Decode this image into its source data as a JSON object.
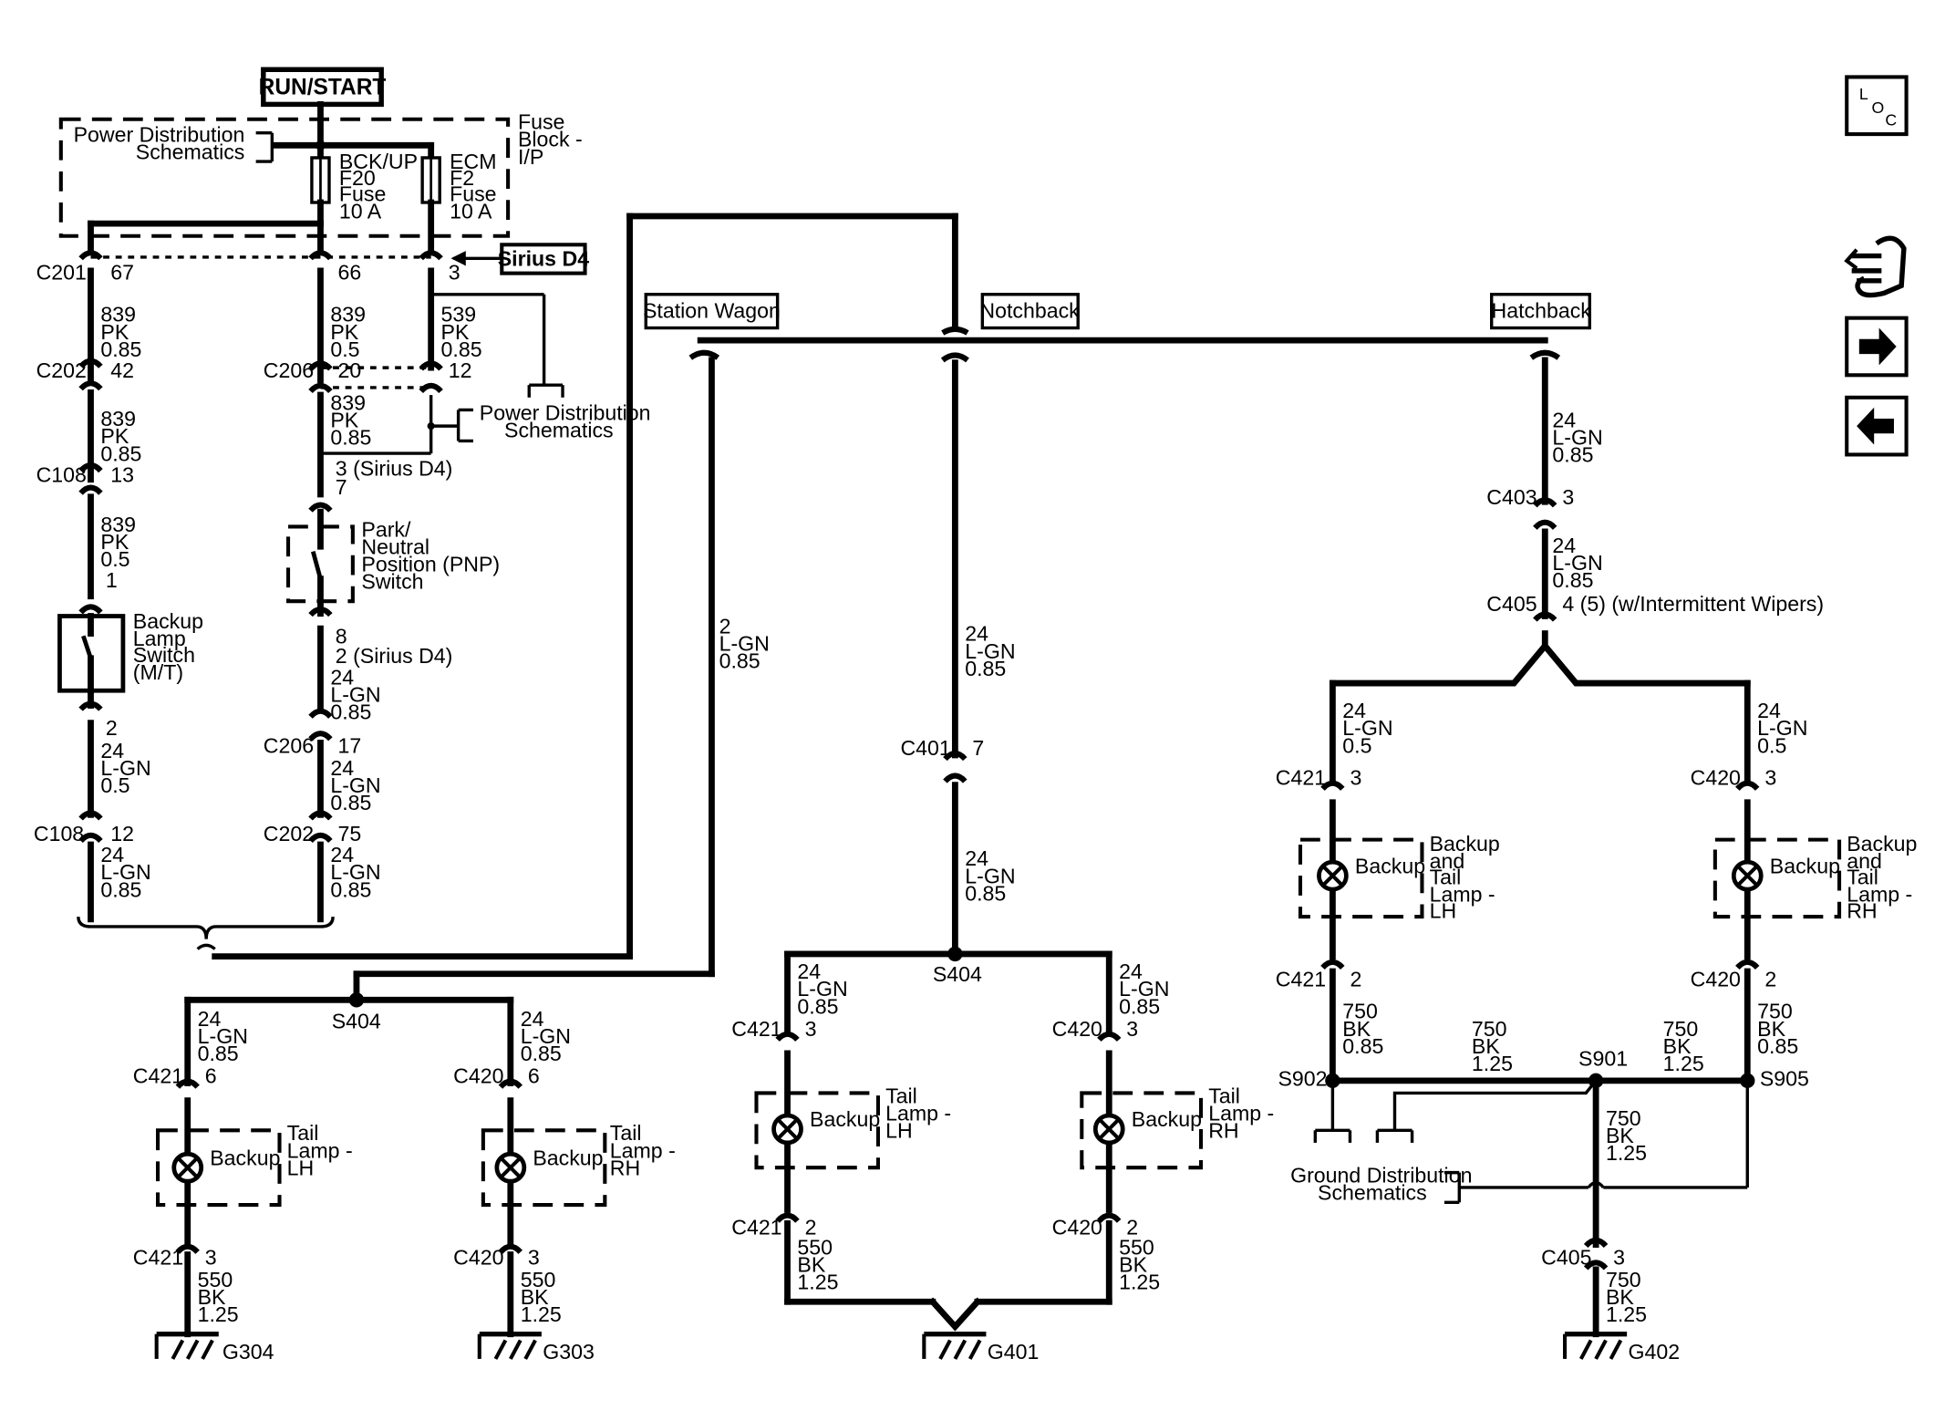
{
  "diagram": {
    "power_source": "RUN/START",
    "fuse_block": [
      "Fuse",
      "Block -",
      "I/P"
    ],
    "pds_top": [
      "Power Distribution",
      "Schematics"
    ],
    "pds_mid": [
      "Power Distribution",
      "Schematics"
    ],
    "fuse_bckup": [
      "BCK/UP",
      "F20",
      "Fuse",
      "10 A"
    ],
    "fuse_ecm": [
      "ECM",
      "F2",
      "Fuse",
      "10 A"
    ],
    "sirius_d4": "Sirius D4",
    "body_styles": {
      "station_wagon": "Station Wagon",
      "notchback": "Notchback",
      "hatchback": "Hatchback"
    },
    "pnp_switch": [
      "Park/",
      "Neutral",
      "Position (PNP)",
      "Switch"
    ],
    "backup_switch": [
      "Backup",
      "Lamp",
      "Switch",
      "(M/T)"
    ],
    "backup_word": "Backup",
    "tail_lamp_lh": [
      "Tail",
      "Lamp -",
      "LH"
    ],
    "tail_lamp_rh": [
      "Tail",
      "Lamp -",
      "RH"
    ],
    "backup_tail_lh": [
      "Backup",
      "and",
      "Tail",
      "Lamp -",
      "LH"
    ],
    "backup_tail_rh": [
      "Backup",
      "and",
      "Tail",
      "Lamp -",
      "RH"
    ],
    "gds": [
      "Ground Distribution",
      "Schematics"
    ],
    "grounds": {
      "g304": "G304",
      "g303": "G303",
      "g401": "G401",
      "g402": "G402"
    },
    "splices": {
      "s404": "S404",
      "s901": "S901",
      "s902": "S902",
      "s905": "S905"
    },
    "connectors": {
      "c201": "C201",
      "c202": "C202",
      "c108": "C108",
      "c206": "C206",
      "c401": "C401",
      "c403": "C403",
      "c405": "C405",
      "c420": "C420",
      "c421": "C421"
    },
    "pins": {
      "c201_67": "67",
      "c201_66": "66",
      "c201_3": "3",
      "c202_42": "42",
      "c206_20": "20",
      "c206_12": "12",
      "c108_13": "13",
      "sw_1": "1",
      "sw_2": "2",
      "c108_12": "12",
      "pnp_3": "3 (Sirius D4)",
      "pnp_7": "7",
      "pnp_8": "8",
      "pnp_2": "2 (Sirius D4)",
      "c206_17": "17",
      "c202_75": "75",
      "c421_6": "6",
      "c420_6": "6",
      "c421_3": "3",
      "c420_3": "3",
      "c401_7": "7",
      "c403_3": "3",
      "c405_4": "4 (5) (w/Intermittent Wipers)",
      "c2": "2",
      "c405_3": "3"
    },
    "wires": {
      "pk839_085": [
        "839",
        "PK",
        "0.85"
      ],
      "pk839_05": [
        "839",
        "PK",
        "0.5"
      ],
      "pk539_085": [
        "539",
        "PK",
        "0.85"
      ],
      "lgn24_05": [
        "24",
        "L-GN",
        "0.5"
      ],
      "lgn24_085": [
        "24",
        "L-GN",
        "0.85"
      ],
      "lgn2_085": [
        "2",
        "L-GN",
        "0.85"
      ],
      "bk550_125": [
        "550",
        "BK",
        "1.25"
      ],
      "bk750_085": [
        "750",
        "BK",
        "0.85"
      ],
      "bk750_125": [
        "750",
        "BK",
        "1.25"
      ]
    }
  },
  "navigation": {
    "loc_icon": [
      "L",
      "O",
      "C"
    ],
    "icons": [
      "loc-icon",
      "connector-harness-icon",
      "forward-arrow-icon",
      "back-arrow-icon"
    ]
  }
}
